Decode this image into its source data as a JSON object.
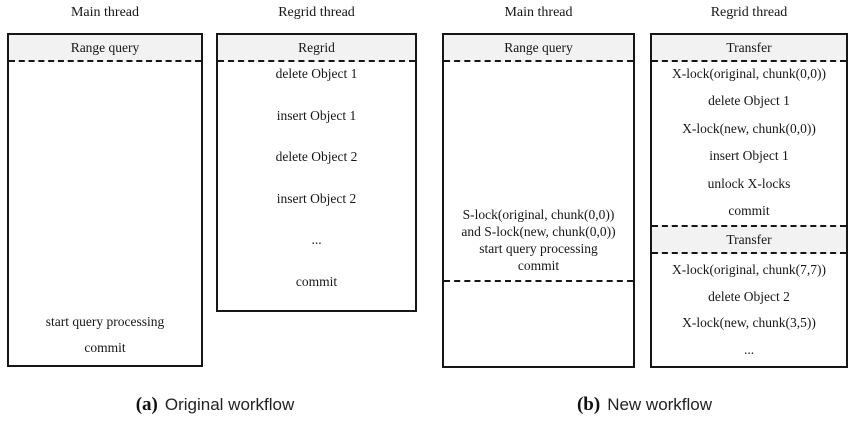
{
  "colors": {
    "header_fill": "#f2f2f2",
    "border": "#161616",
    "text": "#161616"
  },
  "panel_a": {
    "caption_label": "(a)",
    "caption_text": "Original workflow",
    "main_thread": {
      "title": "Main thread",
      "header": "Range query",
      "bottom_rows": [
        "start query processing",
        "commit"
      ]
    },
    "regrid_thread": {
      "title": "Regrid thread",
      "header": "Regrid",
      "rows": [
        "delete Object 1",
        "insert Object 1",
        "delete Object 2",
        "insert Object 2",
        "...",
        "commit"
      ]
    }
  },
  "panel_b": {
    "caption_label": "(b)",
    "caption_text": "New workflow",
    "main_thread": {
      "title": "Main thread",
      "header": "Range query",
      "middle_rows": [
        "S-lock(original, chunk(0,0))",
        "and S-lock(new, chunk(0,0))",
        "start query processing",
        "commit"
      ]
    },
    "regrid_thread": {
      "title": "Regrid thread",
      "header1": "Transfer",
      "section1_rows": [
        "X-lock(original, chunk(0,0))",
        "delete Object 1",
        "X-lock(new, chunk(0,0))",
        "insert Object 1",
        "unlock X-locks",
        "commit"
      ],
      "header2": "Transfer",
      "section2_rows": [
        "X-lock(original, chunk(7,7))",
        "delete Object 2",
        "X-lock(new, chunk(3,5))",
        "..."
      ]
    }
  }
}
